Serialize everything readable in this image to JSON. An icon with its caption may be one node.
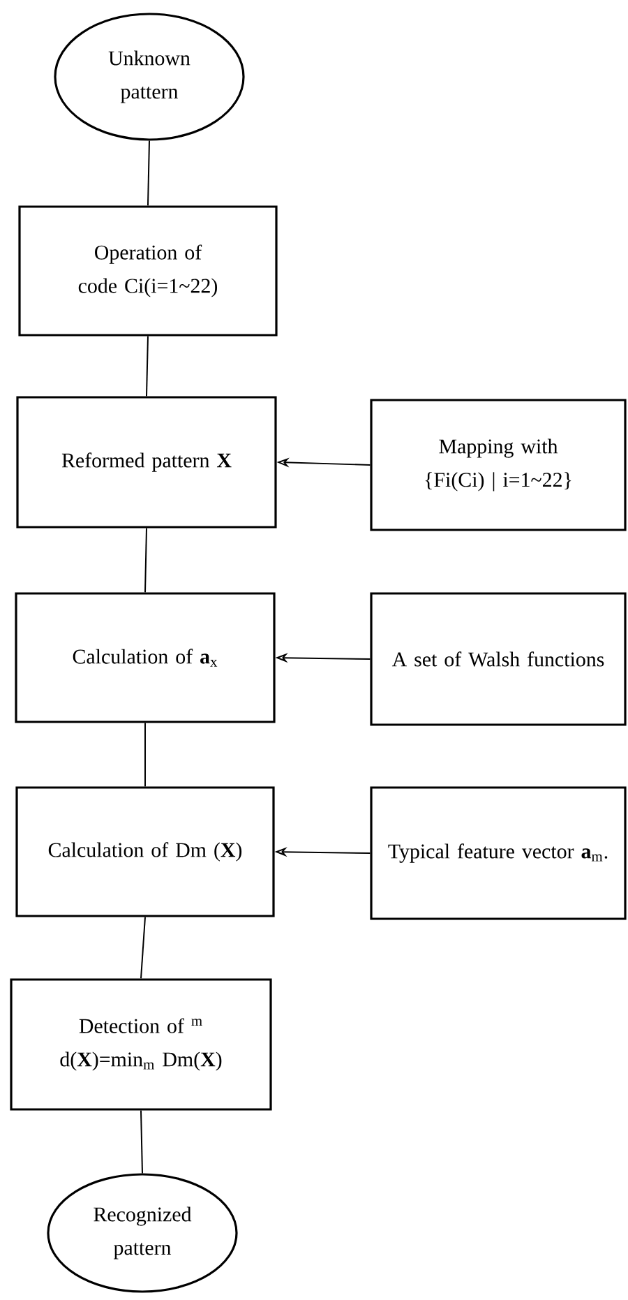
{
  "diagram": {
    "nodes": [
      {
        "text": [
          "Unknown pattern"
        ]
      },
      {
        "text": [
          "Operation of code Ci(i=1~22)"
        ]
      },
      {
        "text": [
          "Reformed pattern **X**"
        ]
      },
      {
        "text": [
          "Mapping with {Fi(Ci) | i=1~22}"
        ]
      },
      {
        "text": [
          "Calculation of **a**$_{x}$"
        ]
      },
      {
        "text": [
          "A set of Walsh functions"
        ]
      },
      {
        "text": [
          "Calculation of Dm (**X**)"
        ]
      },
      {
        "text": [
          "Typical feature vector **a**$_{m}$."
        ]
      },
      {
        "text": [
          "Detection of $^{m}$ d(**X**)=min$_{m}$ Dm(**X**)"
        ]
      },
      {
        "text": [
          "Recognized pattern"
        ]
      }
    ],
    "edges": [
      {
        "from": 0,
        "to": 1,
        "arrow": "none"
      },
      {
        "from": 1,
        "to": 2,
        "arrow": "none"
      },
      {
        "from": 3,
        "to": 2,
        "arrow": "to"
      },
      {
        "from": 2,
        "to": 4,
        "arrow": "none"
      },
      {
        "from": 5,
        "to": 4,
        "arrow": "to"
      },
      {
        "from": 4,
        "to": 6,
        "arrow": "none"
      },
      {
        "from": 7,
        "to": 6,
        "arrow": "to"
      },
      {
        "from": 6,
        "to": 8,
        "arrow": "none"
      },
      {
        "from": 8,
        "to": 9,
        "arrow": "none"
      }
    ]
  }
}
